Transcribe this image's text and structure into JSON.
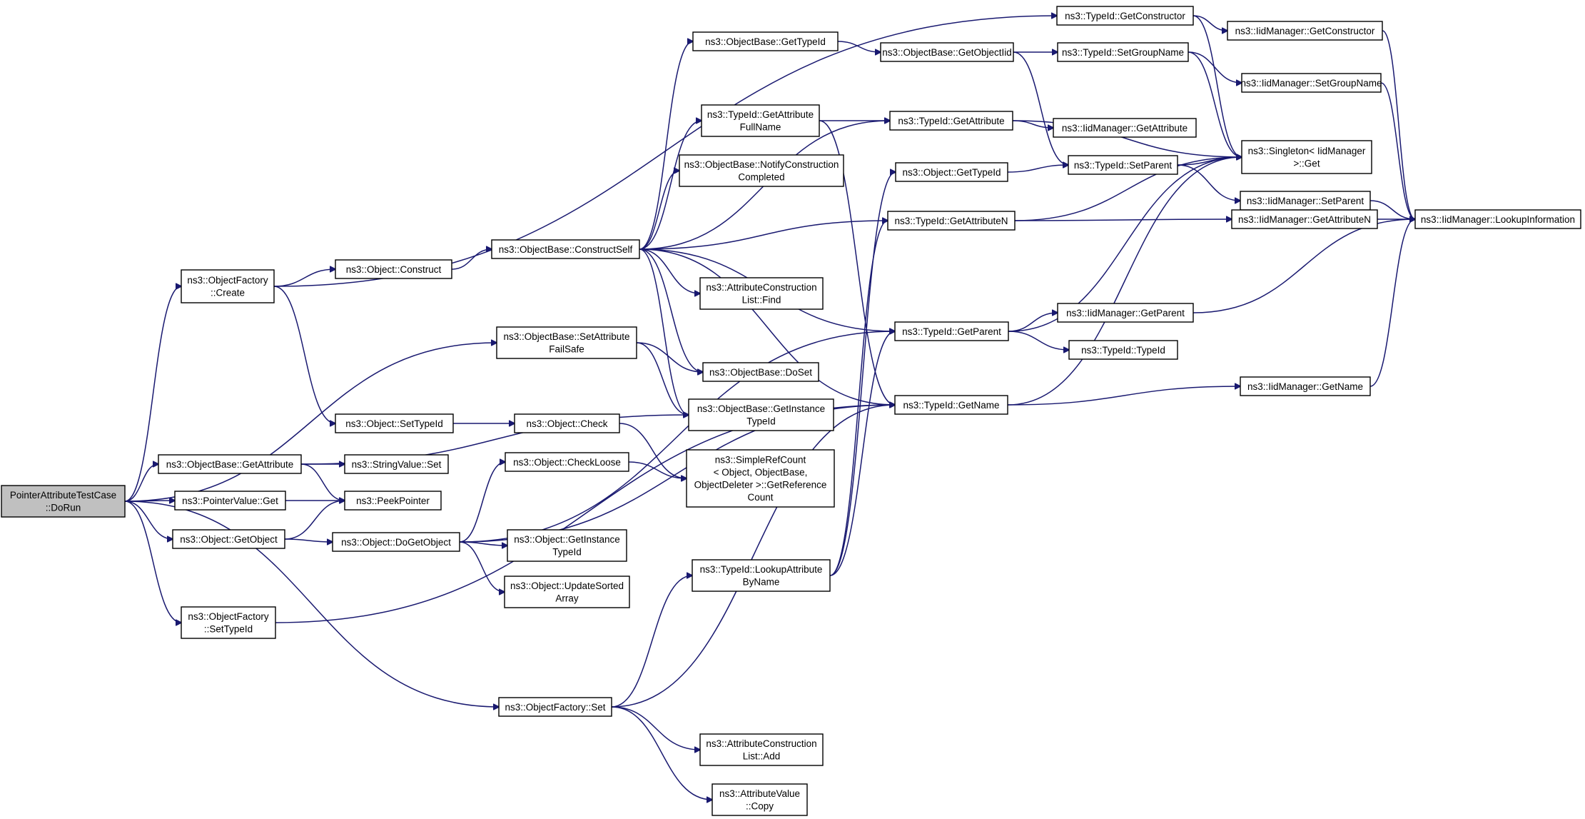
{
  "diagram": {
    "type": "call-graph",
    "nodes": [
      {
        "id": "root",
        "lines": [
          "PointerAttributeTestCase",
          "::DoRun"
        ],
        "root": true
      },
      {
        "id": "of_create",
        "lines": [
          "ns3::ObjectFactory",
          "::Create"
        ]
      },
      {
        "id": "ob_setattr",
        "lines": [
          "ns3::ObjectBase::SetAttribute",
          "FailSafe"
        ]
      },
      {
        "id": "ob_getattr",
        "lines": [
          "ns3::ObjectBase::GetAttribute"
        ]
      },
      {
        "id": "pv_get",
        "lines": [
          "ns3::PointerValue::Get"
        ]
      },
      {
        "id": "obj_getobject",
        "lines": [
          "ns3::Object::GetObject"
        ]
      },
      {
        "id": "of_settypeid",
        "lines": [
          "ns3::ObjectFactory",
          "::SetTypeId"
        ]
      },
      {
        "id": "of_set",
        "lines": [
          "ns3::ObjectFactory::Set"
        ]
      },
      {
        "id": "obj_construct",
        "lines": [
          "ns3::Object::Construct"
        ]
      },
      {
        "id": "obj_settypeid",
        "lines": [
          "ns3::Object::SetTypeId"
        ]
      },
      {
        "id": "sv_set",
        "lines": [
          "ns3::StringValue::Set"
        ]
      },
      {
        "id": "peekpointer",
        "lines": [
          "ns3::PeekPointer"
        ]
      },
      {
        "id": "obj_dogetobject",
        "lines": [
          "ns3::Object::DoGetObject"
        ]
      },
      {
        "id": "ob_constructself",
        "lines": [
          "ns3::ObjectBase::ConstructSelf"
        ]
      },
      {
        "id": "obj_check",
        "lines": [
          "ns3::Object::Check"
        ]
      },
      {
        "id": "obj_checkloose",
        "lines": [
          "ns3::Object::CheckLoose"
        ]
      },
      {
        "id": "obj_getinstancetypeid",
        "lines": [
          "ns3::Object::GetInstance",
          "TypeId"
        ]
      },
      {
        "id": "obj_updatesorted",
        "lines": [
          "ns3::Object::UpdateSorted",
          "Array"
        ]
      },
      {
        "id": "ob_gettypeid",
        "lines": [
          "ns3::ObjectBase::GetTypeId"
        ]
      },
      {
        "id": "tid_getattrfullname",
        "lines": [
          "ns3::TypeId::GetAttribute",
          "FullName"
        ]
      },
      {
        "id": "ob_notify",
        "lines": [
          "ns3::ObjectBase::NotifyConstruction",
          "Completed"
        ]
      },
      {
        "id": "acl_find",
        "lines": [
          "ns3::AttributeConstruction",
          "List::Find"
        ]
      },
      {
        "id": "ob_doset",
        "lines": [
          "ns3::ObjectBase::DoSet"
        ]
      },
      {
        "id": "ob_getinstancetypeid",
        "lines": [
          "ns3::ObjectBase::GetInstance",
          "TypeId"
        ]
      },
      {
        "id": "src",
        "lines": [
          "ns3::SimpleRefCount",
          "< Object, ObjectBase,",
          "ObjectDeleter >::GetReference",
          "Count"
        ]
      },
      {
        "id": "tid_lookupattr",
        "lines": [
          "ns3::TypeId::LookupAttribute",
          "ByName"
        ]
      },
      {
        "id": "acl_add",
        "lines": [
          "ns3::AttributeConstruction",
          "List::Add"
        ]
      },
      {
        "id": "av_copy",
        "lines": [
          "ns3::AttributeValue",
          "::Copy"
        ]
      },
      {
        "id": "ob_getobjectiid",
        "lines": [
          "ns3::ObjectBase::GetObjectIid"
        ]
      },
      {
        "id": "tid_getattribute",
        "lines": [
          "ns3::TypeId::GetAttribute"
        ]
      },
      {
        "id": "obj_gettypeid",
        "lines": [
          "ns3::Object::GetTypeId"
        ]
      },
      {
        "id": "tid_getattributen",
        "lines": [
          "ns3::TypeId::GetAttributeN"
        ]
      },
      {
        "id": "tid_getparent",
        "lines": [
          "ns3::TypeId::GetParent"
        ]
      },
      {
        "id": "tid_getname",
        "lines": [
          "ns3::TypeId::GetName"
        ]
      },
      {
        "id": "tid_getconstructor",
        "lines": [
          "ns3::TypeId::GetConstructor"
        ]
      },
      {
        "id": "tid_setgroupname",
        "lines": [
          "ns3::TypeId::SetGroupName"
        ]
      },
      {
        "id": "iid_getattribute",
        "lines": [
          "ns3::IidManager::GetAttribute"
        ]
      },
      {
        "id": "tid_setparent",
        "lines": [
          "ns3::TypeId::SetParent"
        ]
      },
      {
        "id": "iid_getparent",
        "lines": [
          "ns3::IidManager::GetParent"
        ]
      },
      {
        "id": "tid_typeid",
        "lines": [
          "ns3::TypeId::TypeId"
        ]
      },
      {
        "id": "iid_getconstructor",
        "lines": [
          "ns3::IidManager::GetConstructor"
        ]
      },
      {
        "id": "iid_setgroupname",
        "lines": [
          "ns3::IidManager::SetGroupName"
        ]
      },
      {
        "id": "singleton_get",
        "lines": [
          "ns3::Singleton< IidManager",
          " >::Get"
        ]
      },
      {
        "id": "iid_setparent",
        "lines": [
          "ns3::IidManager::SetParent"
        ]
      },
      {
        "id": "iid_getattributen",
        "lines": [
          "ns3::IidManager::GetAttributeN"
        ]
      },
      {
        "id": "iid_getname",
        "lines": [
          "ns3::IidManager::GetName"
        ]
      },
      {
        "id": "iid_lookupinfo",
        "lines": [
          "ns3::IidManager::LookupInformation"
        ]
      }
    ],
    "edges": [
      {
        "from": "root",
        "to": "of_create"
      },
      {
        "from": "root",
        "to": "ob_setattr"
      },
      {
        "from": "root",
        "to": "ob_getattr"
      },
      {
        "from": "root",
        "to": "pv_get"
      },
      {
        "from": "root",
        "to": "obj_getobject"
      },
      {
        "from": "root",
        "to": "of_settypeid"
      },
      {
        "from": "root",
        "to": "of_set"
      },
      {
        "from": "of_create",
        "to": "tid_getconstructor"
      },
      {
        "from": "of_create",
        "to": "obj_construct"
      },
      {
        "from": "of_create",
        "to": "obj_settypeid"
      },
      {
        "from": "obj_construct",
        "to": "ob_constructself"
      },
      {
        "from": "ob_setattr",
        "to": "ob_doset"
      },
      {
        "from": "ob_setattr",
        "to": "ob_getinstancetypeid"
      },
      {
        "from": "ob_getattr",
        "to": "ob_getinstancetypeid"
      },
      {
        "from": "ob_getattr",
        "to": "sv_set"
      },
      {
        "from": "ob_getattr",
        "to": "peekpointer"
      },
      {
        "from": "pv_get",
        "to": "peekpointer"
      },
      {
        "from": "obj_getobject",
        "to": "peekpointer"
      },
      {
        "from": "obj_getobject",
        "to": "obj_dogetobject"
      },
      {
        "from": "of_settypeid",
        "to": "tid_getname"
      },
      {
        "from": "of_set",
        "to": "tid_lookupattr"
      },
      {
        "from": "of_set",
        "to": "tid_getname"
      },
      {
        "from": "of_set",
        "to": "acl_add"
      },
      {
        "from": "of_set",
        "to": "av_copy"
      },
      {
        "from": "obj_settypeid",
        "to": "obj_check"
      },
      {
        "from": "obj_check",
        "to": "src"
      },
      {
        "from": "obj_checkloose",
        "to": "src"
      },
      {
        "from": "obj_dogetobject",
        "to": "obj_checkloose"
      },
      {
        "from": "obj_dogetobject",
        "to": "obj_getinstancetypeid"
      },
      {
        "from": "obj_dogetobject",
        "to": "obj_updatesorted"
      },
      {
        "from": "obj_dogetobject",
        "to": "tid_getparent"
      },
      {
        "from": "obj_dogetobject",
        "to": "tid_getname"
      },
      {
        "from": "ob_constructself",
        "to": "ob_gettypeid"
      },
      {
        "from": "ob_constructself",
        "to": "tid_getattribute"
      },
      {
        "from": "ob_constructself",
        "to": "tid_getattrfullname"
      },
      {
        "from": "ob_constructself",
        "to": "ob_notify"
      },
      {
        "from": "ob_constructself",
        "to": "tid_getattributen"
      },
      {
        "from": "ob_constructself",
        "to": "acl_find"
      },
      {
        "from": "ob_constructself",
        "to": "tid_getparent"
      },
      {
        "from": "ob_constructself",
        "to": "ob_doset"
      },
      {
        "from": "ob_constructself",
        "to": "ob_getinstancetypeid"
      },
      {
        "from": "ob_constructself",
        "to": "tid_getname"
      },
      {
        "from": "ob_gettypeid",
        "to": "ob_getobjectiid"
      },
      {
        "from": "ob_getobjectiid",
        "to": "tid_setgroupname"
      },
      {
        "from": "ob_getobjectiid",
        "to": "tid_setparent"
      },
      {
        "from": "tid_getattrfullname",
        "to": "tid_getattribute"
      },
      {
        "from": "tid_getattrfullname",
        "to": "tid_getname"
      },
      {
        "from": "tid_lookupattr",
        "to": "obj_gettypeid"
      },
      {
        "from": "tid_lookupattr",
        "to": "tid_getattributen"
      },
      {
        "from": "tid_lookupattr",
        "to": "tid_getparent"
      },
      {
        "from": "tid_getattribute",
        "to": "iid_getattribute"
      },
      {
        "from": "tid_getattribute",
        "to": "singleton_get"
      },
      {
        "from": "obj_gettypeid",
        "to": "tid_setparent"
      },
      {
        "from": "tid_getattributen",
        "to": "singleton_get"
      },
      {
        "from": "tid_getattributen",
        "to": "iid_getattributen"
      },
      {
        "from": "tid_getparent",
        "to": "singleton_get"
      },
      {
        "from": "tid_getparent",
        "to": "iid_getparent"
      },
      {
        "from": "tid_getparent",
        "to": "tid_typeid"
      },
      {
        "from": "tid_getname",
        "to": "singleton_get"
      },
      {
        "from": "tid_getname",
        "to": "iid_getname"
      },
      {
        "from": "tid_getconstructor",
        "to": "iid_getconstructor"
      },
      {
        "from": "tid_getconstructor",
        "to": "singleton_get"
      },
      {
        "from": "tid_setgroupname",
        "to": "iid_setgroupname"
      },
      {
        "from": "tid_setgroupname",
        "to": "singleton_get"
      },
      {
        "from": "tid_setparent",
        "to": "singleton_get"
      },
      {
        "from": "tid_setparent",
        "to": "iid_setparent"
      },
      {
        "from": "iid_getconstructor",
        "to": "iid_lookupinfo"
      },
      {
        "from": "iid_setgroupname",
        "to": "iid_lookupinfo"
      },
      {
        "from": "iid_setparent",
        "to": "iid_lookupinfo"
      },
      {
        "from": "iid_getattributen",
        "to": "iid_lookupinfo"
      },
      {
        "from": "iid_getparent",
        "to": "iid_lookupinfo"
      },
      {
        "from": "iid_getname",
        "to": "iid_lookupinfo"
      }
    ]
  }
}
